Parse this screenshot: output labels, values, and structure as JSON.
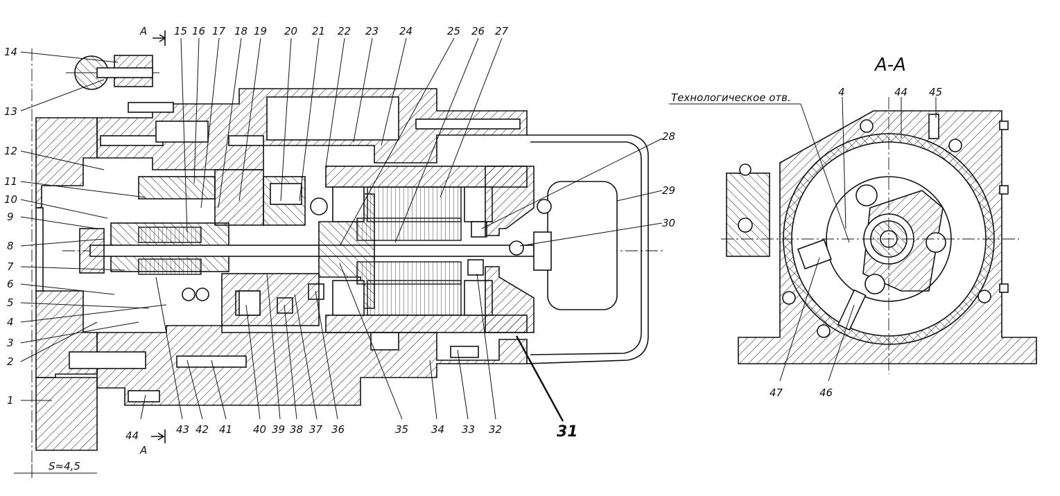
{
  "section": {
    "marker": "А",
    "title": "А-А",
    "note": "Технологическое отв."
  },
  "dimension": {
    "gap": "S≈4,5"
  },
  "left_labels": [
    "14",
    "13",
    "12",
    "11",
    "10",
    "9",
    "8",
    "7",
    "6",
    "5",
    "4",
    "3",
    "2",
    "1"
  ],
  "top_labels": [
    "15",
    "16",
    "17",
    "18",
    "19",
    "20",
    "21",
    "22",
    "23",
    "24",
    "25",
    "26",
    "27"
  ],
  "right_labels": [
    "28",
    "29",
    "30"
  ],
  "bottom_labels": [
    "44",
    "43",
    "42",
    "41",
    "40",
    "39",
    "38",
    "37",
    "36",
    "35",
    "34",
    "33",
    "32"
  ],
  "callout_31": "31",
  "section_labels": {
    "top": [
      "4",
      "44",
      "45"
    ],
    "bottom": [
      "47",
      "46"
    ]
  }
}
